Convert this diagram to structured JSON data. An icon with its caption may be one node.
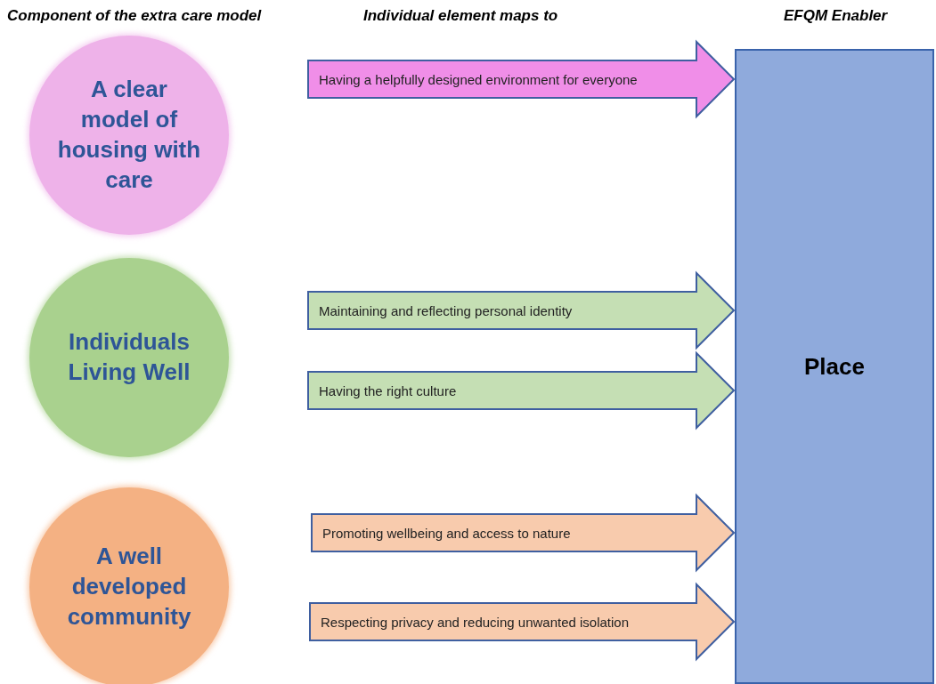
{
  "diagram": {
    "nodes": [
      {
        "text": [
          "A clear model of housing with care"
        ]
      },
      {
        "text": [
          "Individuals Living Well"
        ]
      },
      {
        "text": [
          "A well developed community"
        ]
      },
      {
        "text": [
          "Place"
        ]
      }
    ],
    "edges": [
      {
        "from": null,
        "to": 3,
        "arrow": "to",
        "label": "Having a helpfully designed environment for everyone",
        "color": "#f08ee8"
      },
      {
        "from": null,
        "to": 3,
        "arrow": "to",
        "label": "Maintaining and reflecting personal identity",
        "color": "#c5dfb4"
      },
      {
        "from": null,
        "to": 3,
        "arrow": "to",
        "label": "Having the right culture",
        "color": "#c5dfb4"
      },
      {
        "from": null,
        "to": 3,
        "arrow": "to",
        "label": "Promoting wellbeing and access to nature",
        "color": "#f8cbad"
      },
      {
        "from": null,
        "to": 3,
        "arrow": "to",
        "label": "Respecting privacy and reducing unwanted isolation",
        "color": "#f8cbad"
      }
    ],
    "labels": [
      "Component of the extra care model",
      "Individual element maps to",
      "EFQM Enabler"
    ]
  }
}
